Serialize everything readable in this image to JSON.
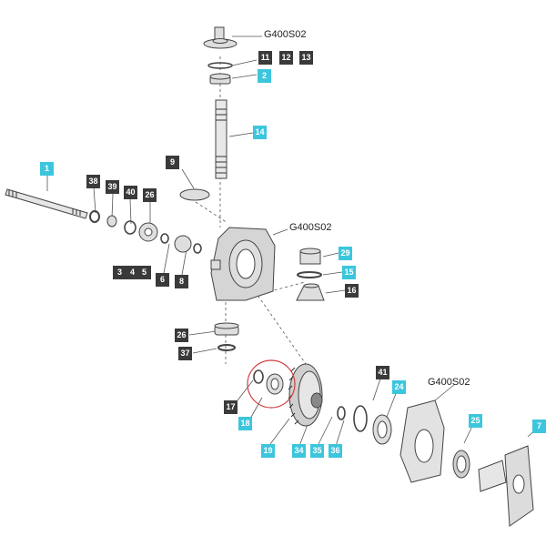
{
  "references": [
    {
      "id": "ref-top",
      "text": "G400S02"
    },
    {
      "id": "ref-mid",
      "text": "G400S02"
    },
    {
      "id": "ref-bottom",
      "text": "G400S02"
    }
  ],
  "callouts": [
    {
      "id": "11",
      "style": "dark"
    },
    {
      "id": "12",
      "style": "dark"
    },
    {
      "id": "13",
      "style": "dark"
    },
    {
      "id": "2",
      "style": "cyan"
    },
    {
      "id": "14",
      "style": "cyan"
    },
    {
      "id": "9",
      "style": "dark"
    },
    {
      "id": "1",
      "style": "cyan"
    },
    {
      "id": "38",
      "style": "dark"
    },
    {
      "id": "39",
      "style": "dark"
    },
    {
      "id": "40",
      "style": "dark"
    },
    {
      "id": "26",
      "style": "dark"
    },
    {
      "id": "3",
      "style": "dark"
    },
    {
      "id": "4",
      "style": "dark"
    },
    {
      "id": "5",
      "style": "dark"
    },
    {
      "id": "6",
      "style": "dark"
    },
    {
      "id": "8",
      "style": "dark"
    },
    {
      "id": "29",
      "style": "cyan"
    },
    {
      "id": "15",
      "style": "cyan"
    },
    {
      "id": "16",
      "style": "dark"
    },
    {
      "id": "26b",
      "label": "26",
      "style": "dark"
    },
    {
      "id": "37",
      "style": "dark"
    },
    {
      "id": "41",
      "style": "dark"
    },
    {
      "id": "24",
      "style": "cyan"
    },
    {
      "id": "25",
      "style": "cyan"
    },
    {
      "id": "7",
      "style": "cyan"
    },
    {
      "id": "17",
      "style": "dark"
    },
    {
      "id": "18",
      "style": "cyan"
    },
    {
      "id": "19",
      "style": "cyan"
    },
    {
      "id": "34",
      "style": "cyan"
    },
    {
      "id": "35",
      "style": "cyan"
    },
    {
      "id": "36",
      "style": "cyan"
    }
  ],
  "colors": {
    "dark_tag": "#3a3a3a",
    "cyan_tag": "#3cc6dd",
    "highlight": "#d04040"
  }
}
